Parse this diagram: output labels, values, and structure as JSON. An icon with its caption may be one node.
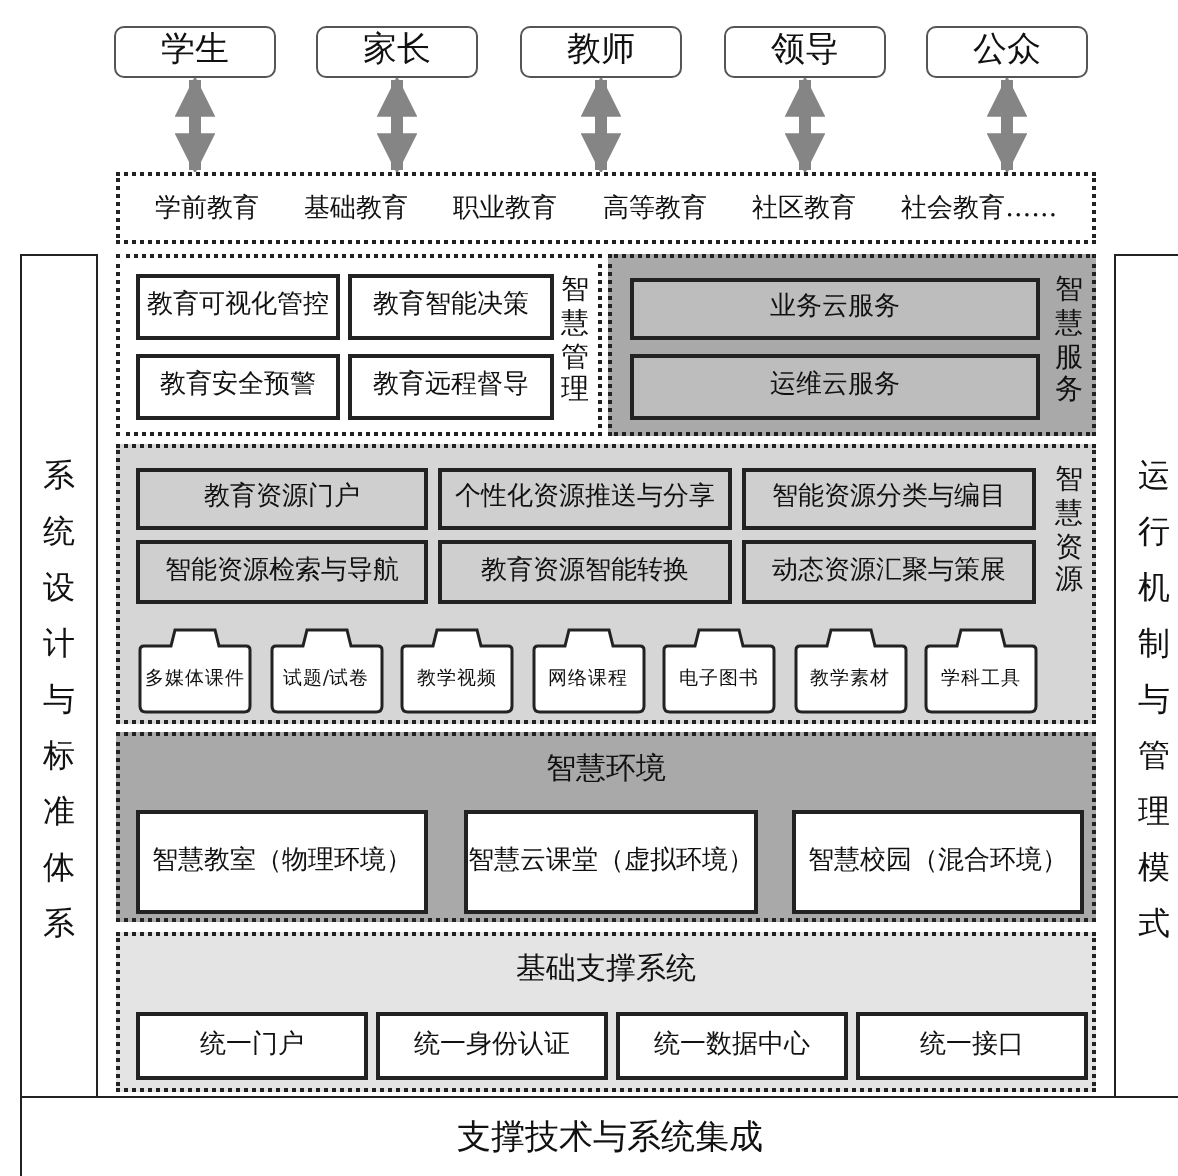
{
  "diagram": {
    "nodes": [
      {
        "text": [
          "学生"
        ]
      },
      {
        "text": [
          "家长"
        ]
      },
      {
        "text": [
          "教师"
        ]
      },
      {
        "text": [
          "领导"
        ]
      },
      {
        "text": [
          "公众"
        ]
      },
      {
        "text": [
          "学前教育",
          "基础教育",
          "职业教育",
          "高等教育",
          "社区教育",
          "社会教育……"
        ]
      },
      {
        "text": [
          "智慧管理"
        ]
      },
      {
        "text": [
          "教育可视化管控"
        ],
        "in": 6
      },
      {
        "text": [
          "教育智能决策"
        ],
        "in": 6
      },
      {
        "text": [
          "教育安全预警"
        ],
        "in": 6
      },
      {
        "text": [
          "教育远程督导"
        ],
        "in": 6
      },
      {
        "text": [
          "智慧服务"
        ]
      },
      {
        "text": [
          "业务云服务"
        ],
        "in": 11
      },
      {
        "text": [
          "运维云服务"
        ],
        "in": 11
      },
      {
        "text": [
          "智慧资源"
        ]
      },
      {
        "text": [
          "教育资源门户"
        ],
        "in": 14
      },
      {
        "text": [
          "个性化资源推送与分享"
        ],
        "in": 14
      },
      {
        "text": [
          "智能资源分类与编目"
        ],
        "in": 14
      },
      {
        "text": [
          "智能资源检索与导航"
        ],
        "in": 14
      },
      {
        "text": [
          "教育资源智能转换"
        ],
        "in": 14
      },
      {
        "text": [
          "动态资源汇聚与策展"
        ],
        "in": 14
      },
      {
        "text": [
          "多媒体课件"
        ],
        "in": 14
      },
      {
        "text": [
          "试题/试卷"
        ],
        "in": 14
      },
      {
        "text": [
          "教学视频"
        ],
        "in": 14
      },
      {
        "text": [
          "网络课程"
        ],
        "in": 14
      },
      {
        "text": [
          "电子图书"
        ],
        "in": 14
      },
      {
        "text": [
          "教学素材"
        ],
        "in": 14
      },
      {
        "text": [
          "学科工具"
        ],
        "in": 14
      },
      {
        "text": [
          "智慧环境"
        ]
      },
      {
        "text": [
          "智慧教室（物理环境）"
        ],
        "in": 28
      },
      {
        "text": [
          "智慧云课堂（虚拟环境）"
        ],
        "in": 28
      },
      {
        "text": [
          "智慧校园（混合环境）"
        ],
        "in": 28
      },
      {
        "text": [
          "基础支撑系统"
        ]
      },
      {
        "text": [
          "统一门户"
        ],
        "in": 32
      },
      {
        "text": [
          "统一身份认证"
        ],
        "in": 32
      },
      {
        "text": [
          "统一数据中心"
        ],
        "in": 32
      },
      {
        "text": [
          "统一接口"
        ],
        "in": 32
      },
      {
        "text": [
          "系统设计与标准体系"
        ]
      },
      {
        "text": [
          "运行机制与管理模式"
        ]
      },
      {
        "text": [
          "支撑技术与系统集成"
        ]
      }
    ],
    "edges": [
      {
        "from": 0,
        "to": 5,
        "arrow": "both"
      },
      {
        "from": 1,
        "to": 5,
        "arrow": "both"
      },
      {
        "from": 2,
        "to": 5,
        "arrow": "both"
      },
      {
        "from": 3,
        "to": 5,
        "arrow": "both"
      },
      {
        "from": 4,
        "to": 5,
        "arrow": "both"
      }
    ]
  }
}
